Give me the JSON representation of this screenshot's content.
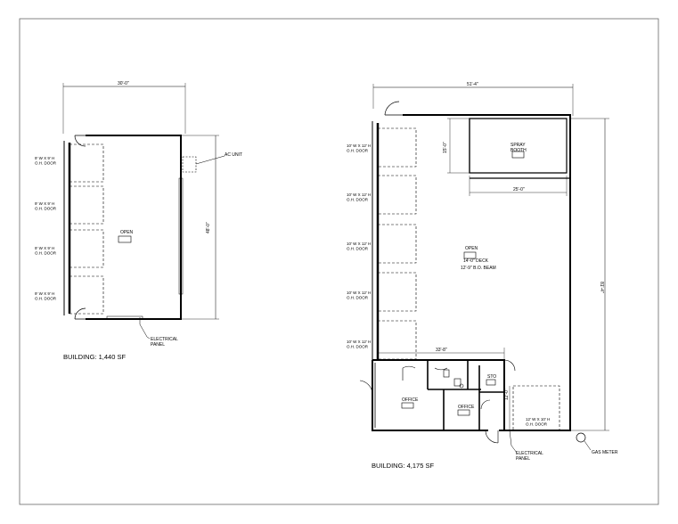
{
  "building_a": {
    "caption": "BUILDING: 1,440 SF",
    "width_dim": "30'-0\"",
    "depth_dim": "48'-0\"",
    "doors": [
      "9' W X 9' H O.H. DOOR",
      "9' W X 9' H O.H. DOOR",
      "9' W X 9' H O.H. DOOR",
      "9' W X 9' H O.H. DOOR"
    ],
    "open_label": "OPEN",
    "ac_label": "AC UNIT",
    "electrical_label": "ELECTRICAL PANEL"
  },
  "building_b": {
    "caption": "BUILDING: 4,175 SF",
    "width_dim": "51'-4\"",
    "depth_dim": "81'-4\"",
    "spray_depth_dim": "15'-0\"",
    "spray_width_dim": "25'-0\"",
    "office_width_dim": "33'-8\"",
    "sto_dim": "12'-0\"",
    "doors": [
      "10' W X 12' H O.H. DOOR",
      "10' W X 12' H O.H. DOOR",
      "10' W X 12' H O.H. DOOR",
      "10' W X 12' H O.H. DOOR",
      "10' W X 12' H O.H. DOOR"
    ],
    "spray_label": "SPRAY BOOTH",
    "open_label": "OPEN",
    "deck_label": "14'-0\" DECK",
    "beam_label": "12'-9\" B.O. BEAM",
    "office1_label": "OFFICE",
    "office2_label": "OFFICE",
    "sto_label": "STO",
    "rear_door": "12' W X 10' H O.H. DOOR",
    "electrical_label": "ELECTRICAL PANEL",
    "gas_label": "GAS METER"
  }
}
